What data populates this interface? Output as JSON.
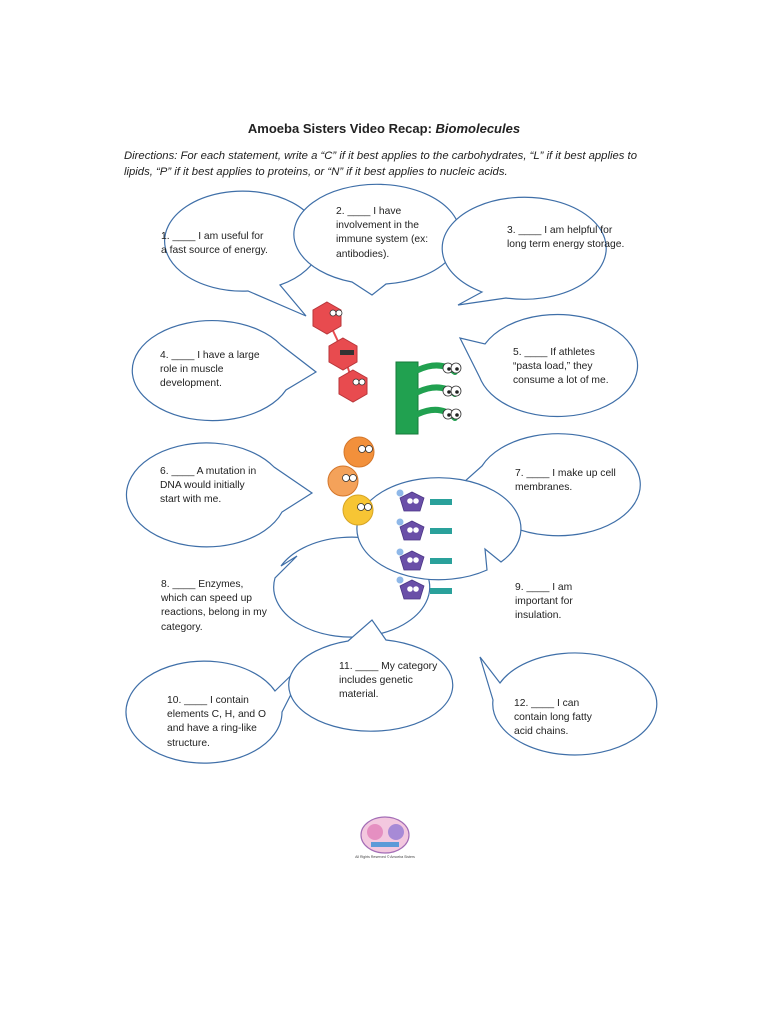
{
  "worksheet": {
    "title_main": "Amoeba Sisters Video Recap: ",
    "title_topic": "Biomolecules",
    "directions": "Directions: For each statement, write a “C” if it best applies to the carbohydrates, “L” if it best applies to lipids, “P” if it best applies to proteins, or “N” if it best applies to nucleic acids."
  },
  "statements": [
    "1. ____ I am useful for a fast source of energy.",
    "2. ____ I have involvement in the immune system (ex: antibodies).",
    "3. ____ I am helpful for long term energy storage.",
    "4. ____ I have a large role in muscle development.",
    "5. ____ If athletes “pasta load,” they consume a lot of me.",
    "6. ____ A mutation in DNA would initially start with me.",
    "7. ____ I make up cell membranes.",
    "8. ____ Enzymes, which can speed up reactions, belong in my category.",
    "9. ____ I am important for insulation.",
    "10. ____ I contain elements C, H, and O and have a ring-like structure.",
    "11. ____ My category includes genetic material.",
    "12. ____ I can contain long fatty acid chains."
  ],
  "footer": {
    "logo_caption": "All Rights Reserved © Amoeba Sisters"
  },
  "colors": {
    "bubble_outline": "#3f6fa8",
    "protein_red": "#e84b4f",
    "lipid_green": "#21a150",
    "nucleotide_purple": "#6a4fa8",
    "nucleotide_teal": "#2aa19b",
    "carb_orange": "#f2903b",
    "carb_yellow": "#f7c534"
  }
}
